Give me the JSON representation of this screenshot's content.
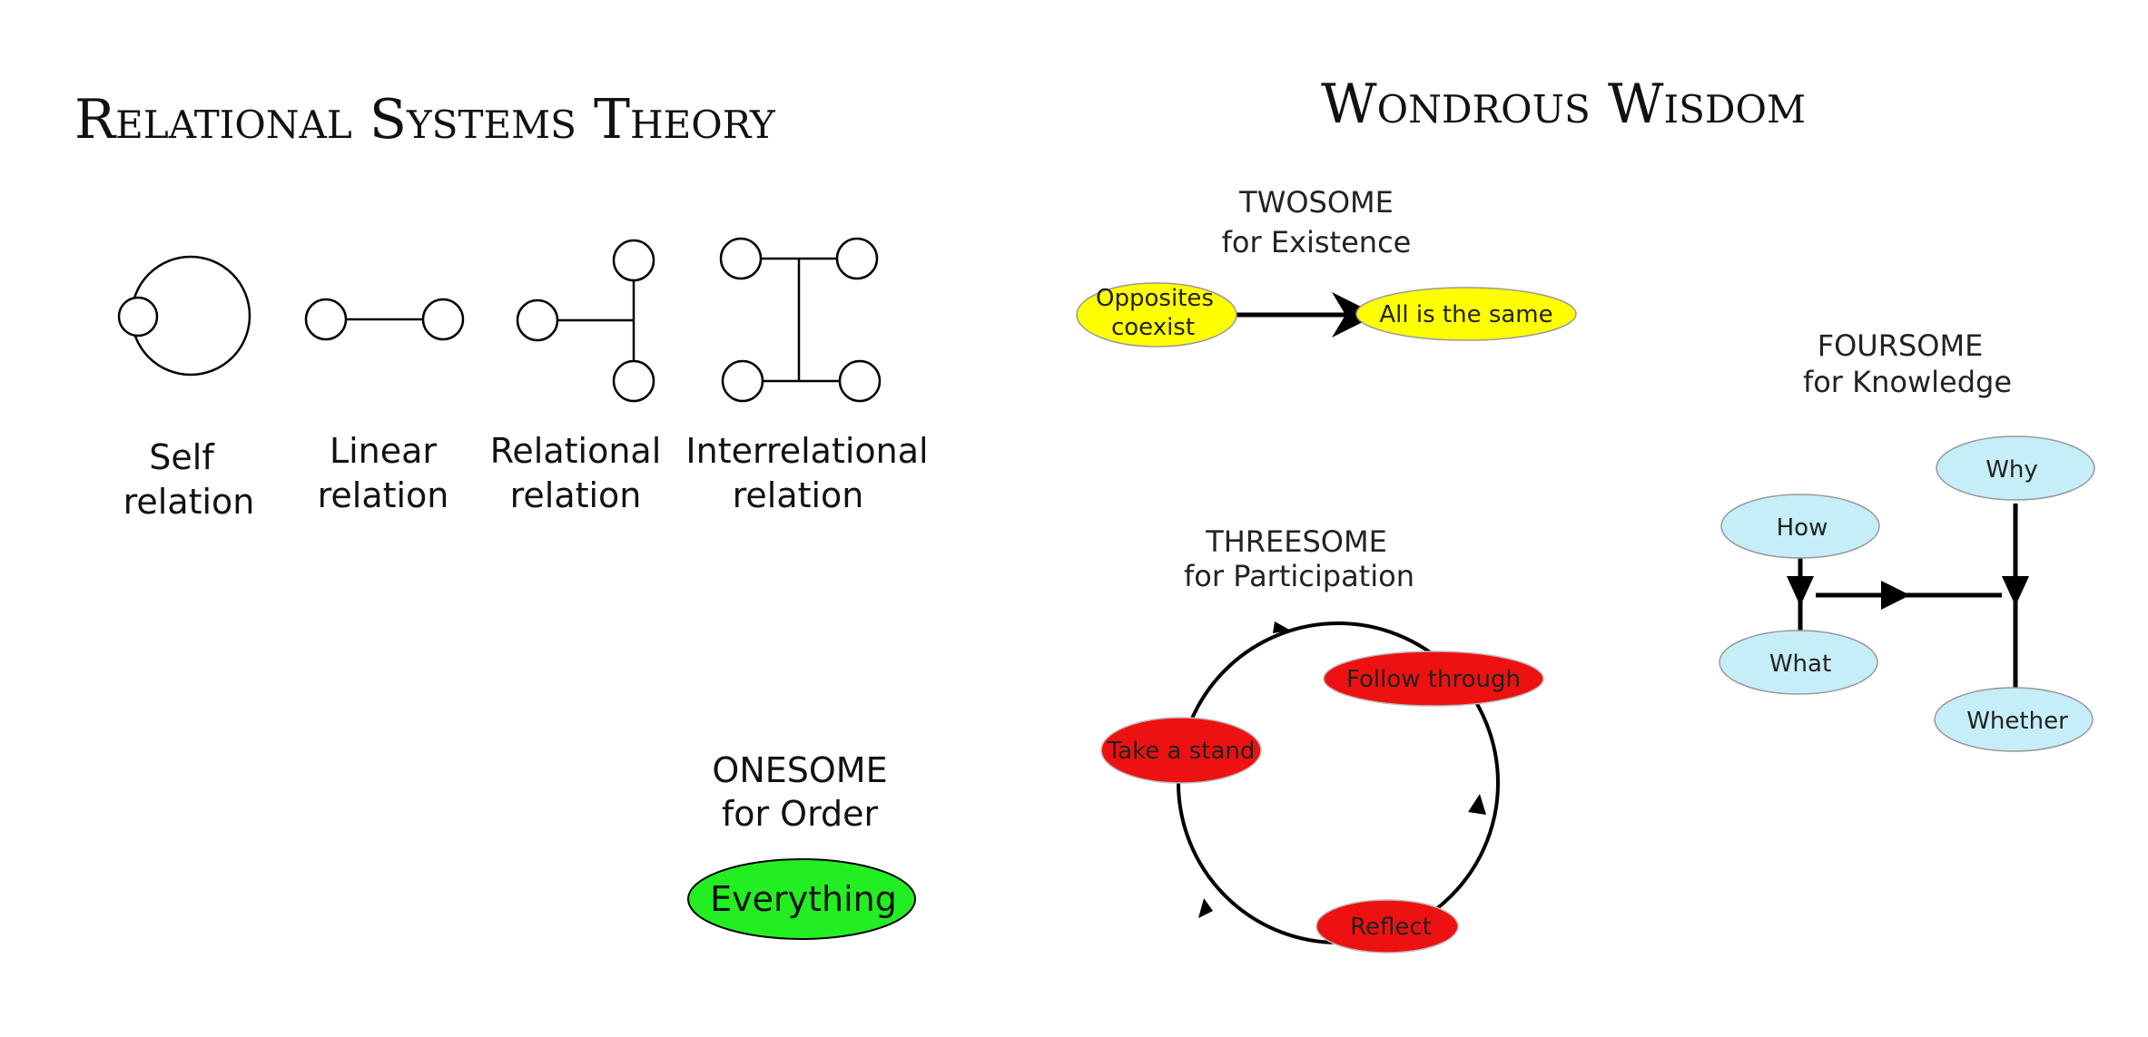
{
  "left": {
    "title": "Relational Systems Theory",
    "relations": [
      {
        "line1": "Self",
        "line2": "relation"
      },
      {
        "line1": "Linear",
        "line2": "relation"
      },
      {
        "line1": "Relational",
        "line2": "relation"
      },
      {
        "line1": "Interrelational",
        "line2": "relation"
      }
    ],
    "onesome": {
      "line1": "ONESOME",
      "line2": "for Order",
      "node": "Everything",
      "color": "#22ee22"
    }
  },
  "right": {
    "title": "Wondrous Wisdom",
    "twosome": {
      "line1": "TWOSOME",
      "line2": "for Existence",
      "node_a_line1": "Opposites",
      "node_a_line2": "coexist",
      "node_b": "All is the same",
      "color": "#ffff00"
    },
    "threesome": {
      "line1": "THREESOME",
      "line2": "for Participation",
      "nodes": [
        "Follow through",
        "Take a stand",
        "Reflect"
      ],
      "color": "#ee1111"
    },
    "foursome": {
      "line1": "FOURSOME",
      "line2": "for Knowledge",
      "nodes": [
        "Why",
        "How",
        "What",
        "Whether"
      ],
      "color": "#c6eef8"
    }
  }
}
